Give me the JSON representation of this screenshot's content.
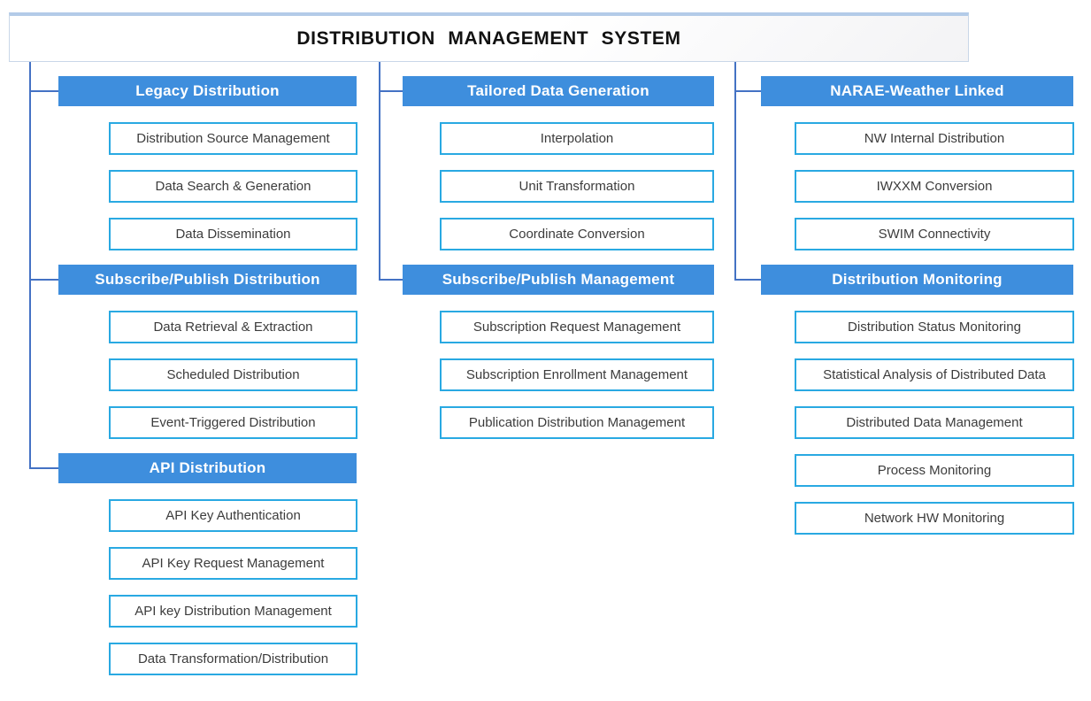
{
  "title": "DISTRIBUTION MANAGEMENT SYSTEM",
  "colors": {
    "header_bg": "#3e8edd",
    "item_border": "#29a9e2",
    "connector_line": "#4472c4",
    "title_top_border": "#b3cbe8",
    "item_text": "#3c3c3c"
  },
  "columns": [
    {
      "groups": [
        {
          "header": "Legacy Distribution",
          "items": [
            "Distribution Source Management",
            "Data Search & Generation",
            "Data Dissemination"
          ]
        },
        {
          "header": "Subscribe/Publish Distribution",
          "items": [
            "Data Retrieval & Extraction",
            "Scheduled Distribution",
            "Event-Triggered Distribution"
          ]
        },
        {
          "header": "API Distribution",
          "items": [
            "API Key Authentication",
            "API Key Request Management",
            "API key Distribution Management",
            "Data Transformation/Distribution"
          ]
        }
      ]
    },
    {
      "groups": [
        {
          "header": "Tailored Data Generation",
          "items": [
            "Interpolation",
            "Unit Transformation",
            "Coordinate Conversion"
          ]
        },
        {
          "header": "Subscribe/Publish Management",
          "items": [
            "Subscription Request Management",
            "Subscription Enrollment Management",
            "Publication Distribution Management"
          ]
        }
      ]
    },
    {
      "groups": [
        {
          "header": "NARAE-Weather Linked",
          "items": [
            "NW Internal Distribution",
            "IWXXM Conversion",
            "SWIM Connectivity"
          ]
        },
        {
          "header": "Distribution Monitoring",
          "items": [
            "Distribution Status Monitoring",
            "Statistical Analysis of Distributed Data",
            "Distributed Data Management",
            "Process Monitoring",
            "Network HW Monitoring"
          ]
        }
      ]
    }
  ]
}
